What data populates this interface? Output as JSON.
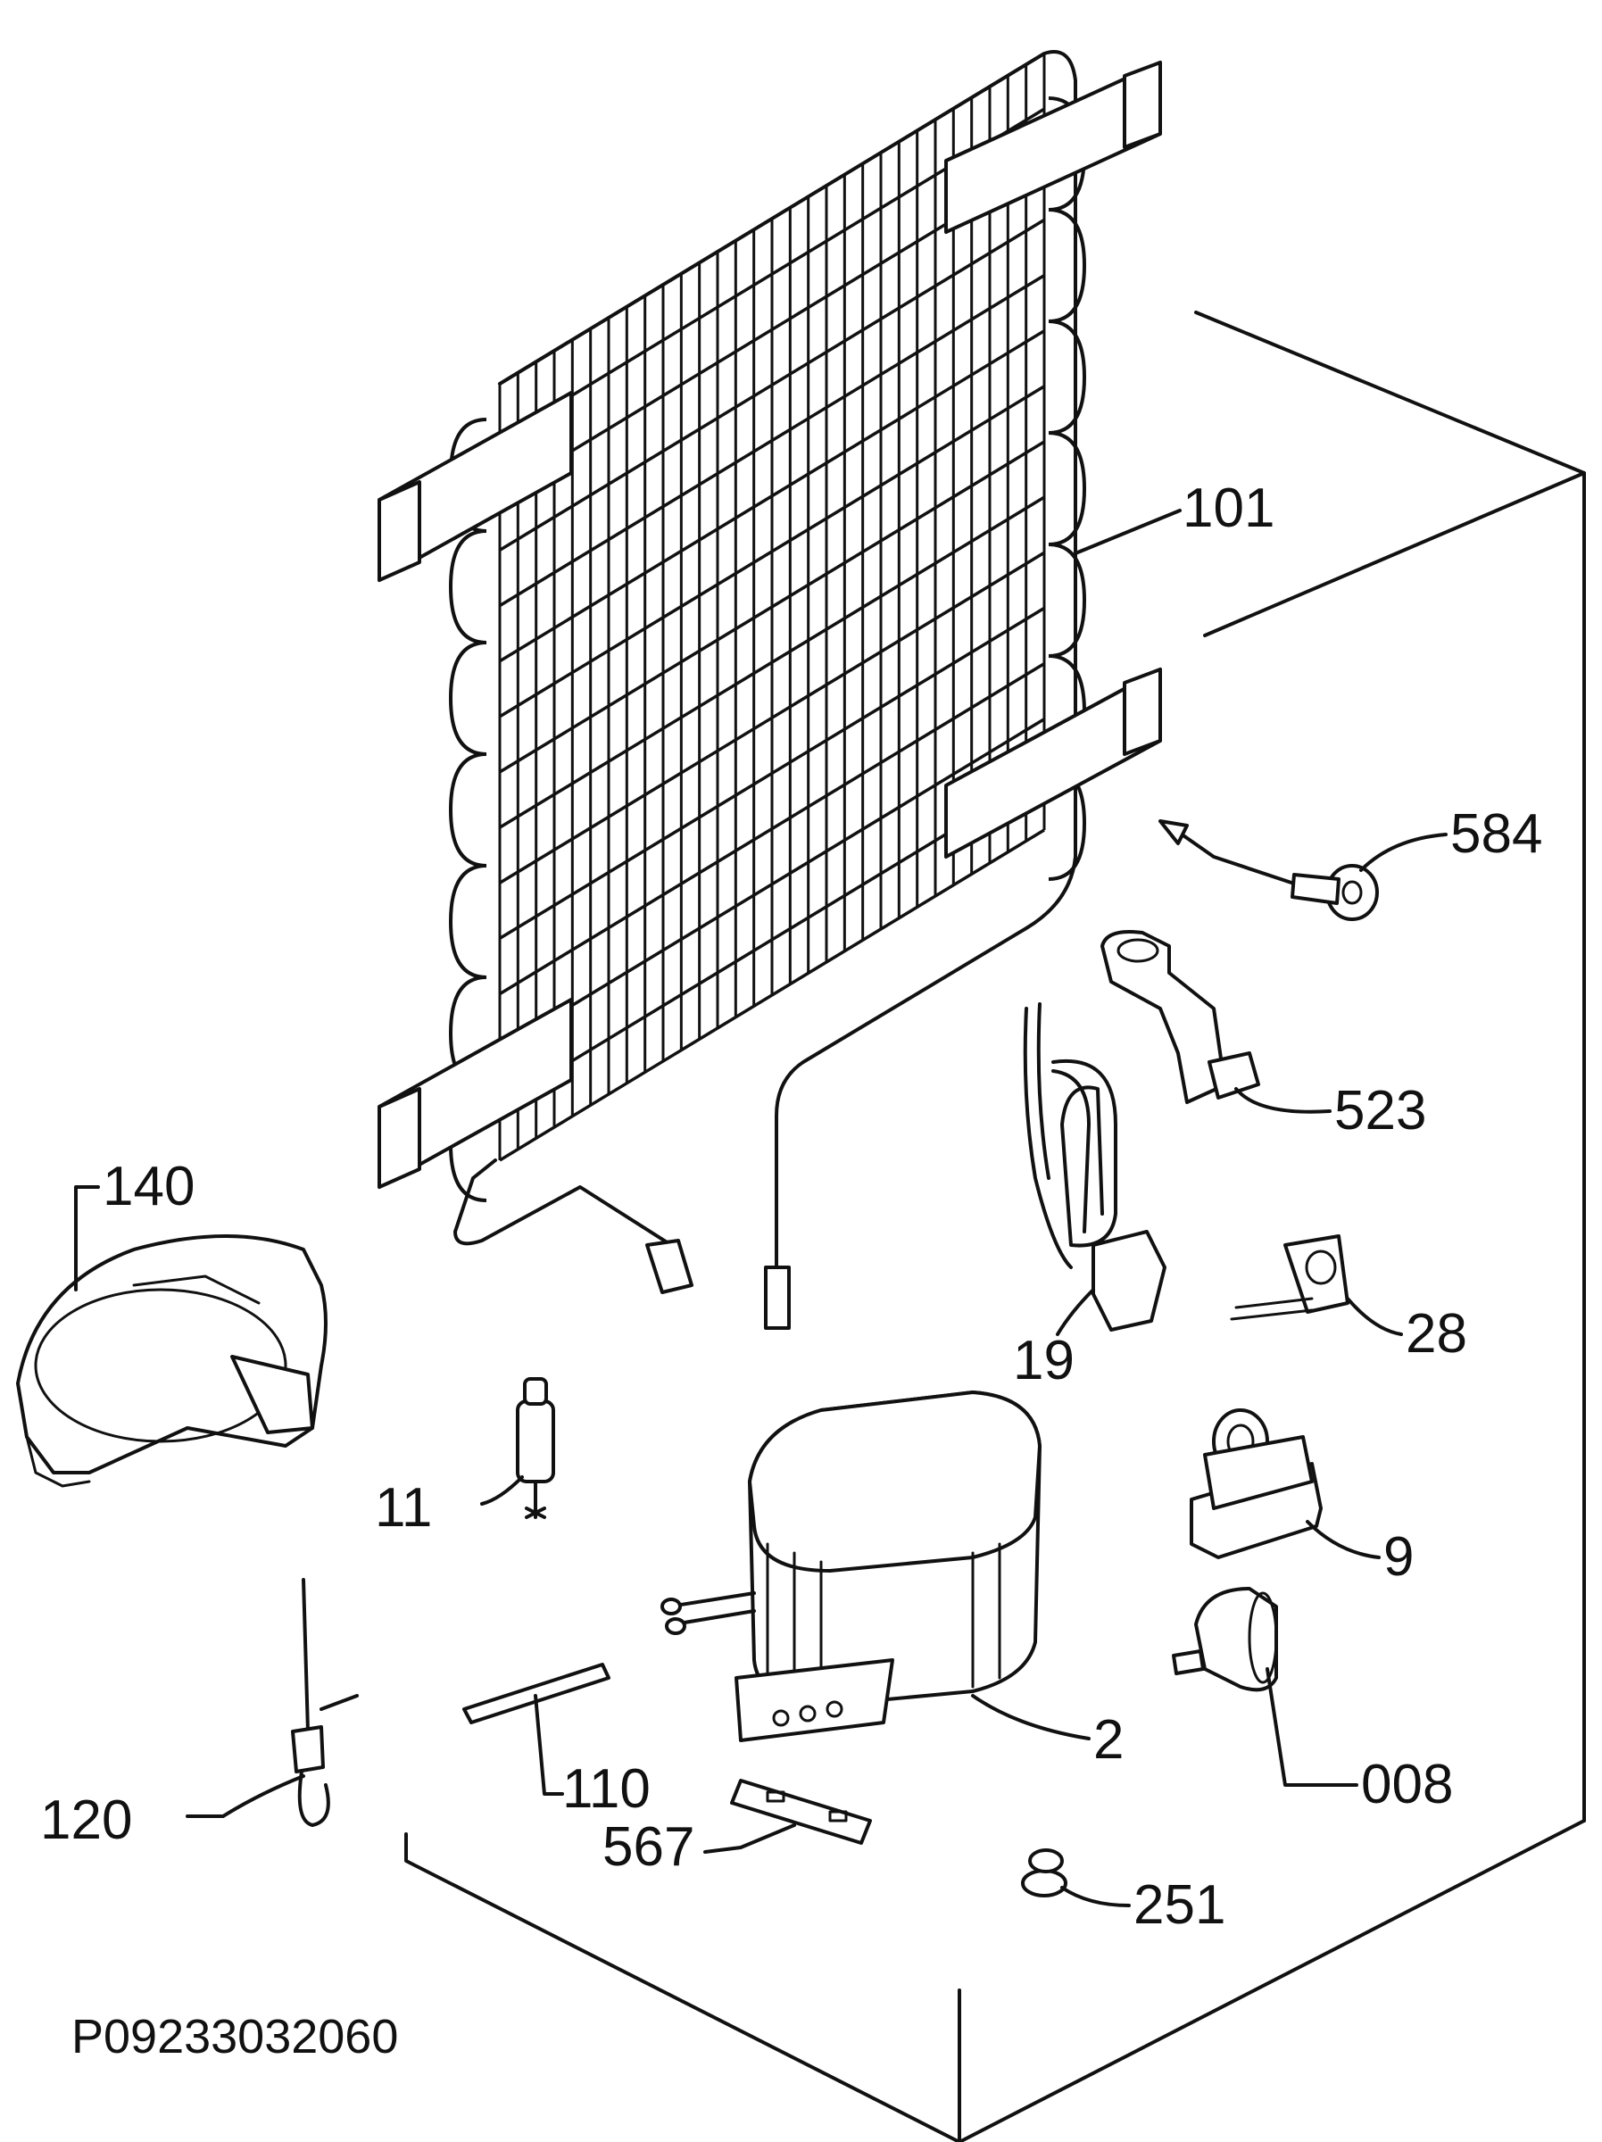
{
  "diagram": {
    "reference_code": "P09233032060",
    "callouts": {
      "c101": "101",
      "c584": "584",
      "c523": "523",
      "c140": "140",
      "c19": "19",
      "c28": "28",
      "c11": "11",
      "c9": "9",
      "c2": "2",
      "c110": "110",
      "c008": "008",
      "c120": "120",
      "c567": "567",
      "c251": "251"
    }
  }
}
